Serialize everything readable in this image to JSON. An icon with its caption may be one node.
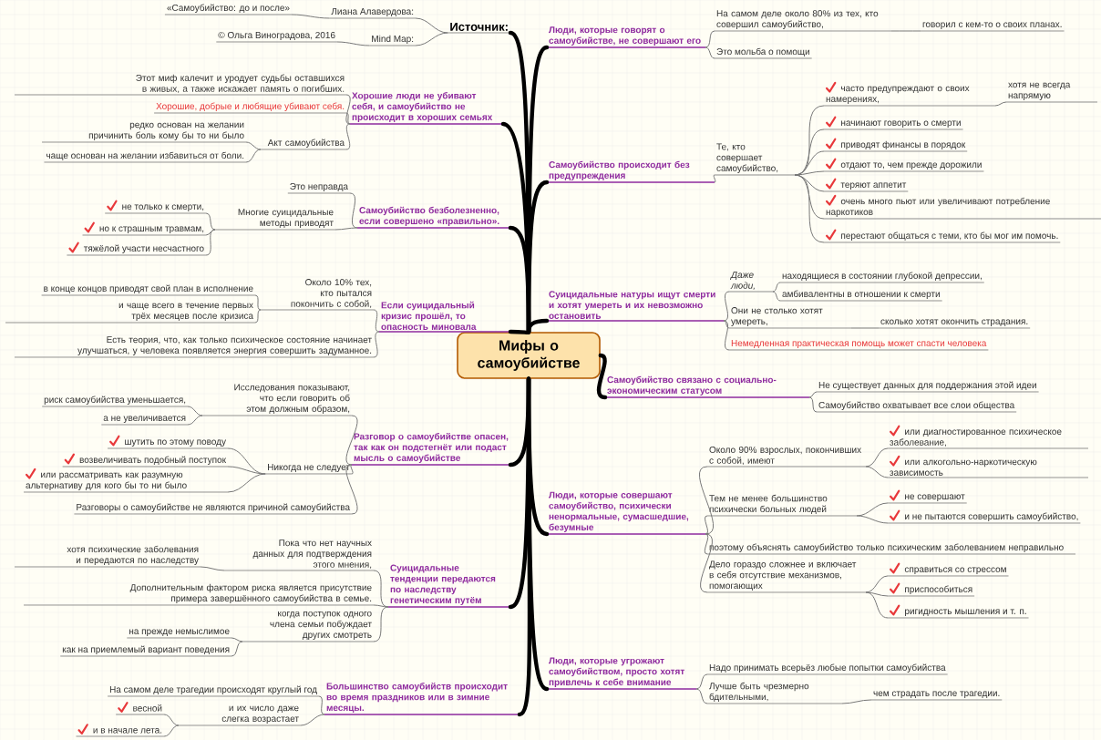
{
  "diagram": {
    "nodes": [
      {
        "text": [
          "Мифы о самоубийстве"
        ]
      },
      {
        "text": [
          "Люди, которые говорят о самоубийстве, не совершают его"
        ]
      },
      {
        "text": [
          "На самом деле около 80% из тех, кто совершил самоубийство,"
        ]
      },
      {
        "text": [
          "говорил с кем-то о своих планах."
        ]
      },
      {
        "text": [
          "Это мольба о помощи"
        ]
      },
      {
        "text": [
          "Самоубийство происходит без предупреждения"
        ]
      },
      {
        "text": [
          "Те, кто совершает самоубийство,"
        ]
      },
      {
        "text": [
          "часто предупреждают о своих намерениях,"
        ]
      },
      {
        "text": [
          "хотя не всегда напрямую"
        ]
      },
      {
        "text": [
          "начинают говорить о смерти"
        ]
      },
      {
        "text": [
          "приводят финансы в порядок"
        ]
      },
      {
        "text": [
          "отдают то, чем прежде дорожили"
        ]
      },
      {
        "text": [
          "теряют аппетит"
        ]
      },
      {
        "text": [
          "очень много пьют или увеличивают потребление наркотиков"
        ]
      },
      {
        "text": [
          "перестают общаться с теми, кто бы мог им помочь."
        ]
      },
      {
        "text": [
          "Суицидальные натуры ищут смерти и хотят умереть и их невозможно остановить"
        ]
      },
      {
        "text": [
          "Даже люди,"
        ]
      },
      {
        "text": [
          "находящиеся в состоянии глубокой депрессии,"
        ]
      },
      {
        "text": [
          "амбивалентны в отношении к смерти"
        ]
      },
      {
        "text": [
          "Они не столько хотят умереть,"
        ]
      },
      {
        "text": [
          "сколько хотят окончить страдания."
        ]
      },
      {
        "text": [
          "Немедленная практическая помощь может спасти человека"
        ]
      },
      {
        "text": [
          "Самоубийство связано с социально-экономическим статусом"
        ]
      },
      {
        "text": [
          "Не существует данных для поддержания этой идеи"
        ]
      },
      {
        "text": [
          "Самоубийство охватывает все слои общества"
        ]
      },
      {
        "text": [
          "Люди, которые совершают самоубийство, психически ненормальные, сумасшедшие, безумные"
        ]
      },
      {
        "text": [
          "Около 90% взрослых, покончивших с собой, имеют"
        ]
      },
      {
        "text": [
          "или диагностированное психическое заболевание,"
        ]
      },
      {
        "text": [
          "или алкогольно-наркотическую зависимость"
        ]
      },
      {
        "text": [
          "Тем не менее большинство психически больных людей"
        ]
      },
      {
        "text": [
          "не совершают"
        ]
      },
      {
        "text": [
          "и не пытаются совершить самоубийство,"
        ]
      },
      {
        "text": [
          "поэтому объяснять самоубийство только психическим заболеванием неправильно"
        ]
      },
      {
        "text": [
          "Дело гораздо сложнее и включает в себя отсутствие механизмов, помогающих"
        ]
      },
      {
        "text": [
          "справиться со стрессом"
        ]
      },
      {
        "text": [
          "приспособиться"
        ]
      },
      {
        "text": [
          "ригидность мышления и т. п."
        ]
      },
      {
        "text": [
          "Люди, которые угрожают самоубийством, просто хотят привлечь к себе внимание"
        ]
      },
      {
        "text": [
          "Надо принимать всерьёз любые попытки самоубийства"
        ]
      },
      {
        "text": [
          "Лучше быть чрезмерно бдительными,"
        ]
      },
      {
        "text": [
          "чем страдать после трагедии."
        ]
      },
      {
        "text": [
          "Источник:"
        ]
      },
      {
        "text": [
          "Лиана Алавердова:"
        ]
      },
      {
        "text": [
          "«Самоубийство: до и после»"
        ]
      },
      {
        "text": [
          "Mind Map:"
        ]
      },
      {
        "text": [
          "© Ольга Виноградова, 2016"
        ]
      },
      {
        "text": [
          "Хорошие люди не убивают себя, и самоубийство не происходит в хороших семьях"
        ]
      },
      {
        "text": [
          "Этот миф калечит и уродует судьбы оставшихся в живых, а также искажает память о погибших."
        ]
      },
      {
        "text": [
          "Хорошие, добрые и любящие убивают себя."
        ]
      },
      {
        "text": [
          "Акт самоубийства"
        ]
      },
      {
        "text": [
          "редко основан на желании причинить боль кому бы то ни было"
        ]
      },
      {
        "text": [
          "чаще основан на желании избавиться от боли."
        ]
      },
      {
        "text": [
          "Самоубийство безболезненно, если совершено «правильно»."
        ]
      },
      {
        "text": [
          "Это неправда"
        ]
      },
      {
        "text": [
          "Многие суицидальные методы приводят"
        ]
      },
      {
        "text": [
          "не только к смерти,"
        ]
      },
      {
        "text": [
          "но к страшным травмам,"
        ]
      },
      {
        "text": [
          "тяжёлой участи несчастного"
        ]
      },
      {
        "text": [
          "Если суицидальный кризис прошёл, то опасность миновала"
        ]
      },
      {
        "text": [
          "Около 10% тех, кто пытался покончить с собой,"
        ]
      },
      {
        "text": [
          "в конце концов приводят свой план в исполнение"
        ]
      },
      {
        "text": [
          "и чаще всего в течение первых трёх месяцев после кризиса"
        ]
      },
      {
        "text": [
          "Есть теория, что, как только психическое состояние начинает улучшаться, у человека появляется энергия совершить задуманное."
        ]
      },
      {
        "text": [
          "Разговор о самоубийстве опасен, так как он подстегнёт или подаст мысль о самоубийстве"
        ]
      },
      {
        "text": [
          "Исследования показывают, что если говорить об этом должным образом,"
        ]
      },
      {
        "text": [
          "риск самоубийства уменьшается,"
        ]
      },
      {
        "text": [
          "а не увеличивается"
        ]
      },
      {
        "text": [
          "Никогда не следует"
        ]
      },
      {
        "text": [
          "шутить по этому поводу"
        ]
      },
      {
        "text": [
          "возвеличивать подобный поступок"
        ]
      },
      {
        "text": [
          "или рассматривать как разумную альтернативу для кого бы то ни было"
        ]
      },
      {
        "text": [
          "Разговоры о самоубийстве не являются причиной самоубийства"
        ]
      },
      {
        "text": [
          "Суицидальные тенденции передаются по наследству генетическим путём"
        ]
      },
      {
        "text": [
          "Пока что нет научных данных для подтверждения этого мнения,"
        ]
      },
      {
        "text": [
          "хотя психические заболевания и передаются по наследству"
        ]
      },
      {
        "text": [
          "Дополнительным фактором риска является присутствие примера завершённого самоубийства в семье."
        ]
      },
      {
        "text": [
          "когда поступок одного члена семьи побуждает других смотреть"
        ]
      },
      {
        "text": [
          "на прежде немыслимое"
        ]
      },
      {
        "text": [
          "как на приемлемый вариант поведения"
        ]
      },
      {
        "text": [
          "Большинство самоубийств происходит во время праздников или в зимние месяцы."
        ]
      },
      {
        "text": [
          "На самом деле трагедии происходят круглый год"
        ]
      },
      {
        "text": [
          "весной"
        ]
      },
      {
        "text": [
          "и их число даже слегка возрастает"
        ]
      },
      {
        "text": [
          "и в начале лета."
        ]
      }
    ],
    "edges": [
      {
        "from": 0,
        "to": 1,
        "arrow": "none",
        "style": "thick",
        "color": "#000000"
      },
      {
        "from": 1,
        "to": 2,
        "arrow": "none"
      },
      {
        "from": 2,
        "to": 3,
        "arrow": "none"
      },
      {
        "from": 1,
        "to": 4,
        "arrow": "none"
      },
      {
        "from": 0,
        "to": 5,
        "arrow": "none",
        "style": "thick",
        "color": "#000000"
      },
      {
        "from": 5,
        "to": 6,
        "arrow": "none"
      },
      {
        "from": 6,
        "to": 7,
        "arrow": "none"
      },
      {
        "from": 7,
        "to": 8,
        "arrow": "none"
      },
      {
        "from": 6,
        "to": 9,
        "arrow": "none"
      },
      {
        "from": 6,
        "to": 10,
        "arrow": "none"
      },
      {
        "from": 6,
        "to": 11,
        "arrow": "none"
      },
      {
        "from": 6,
        "to": 12,
        "arrow": "none"
      },
      {
        "from": 6,
        "to": 13,
        "arrow": "none"
      },
      {
        "from": 6,
        "to": 14,
        "arrow": "none"
      },
      {
        "from": 0,
        "to": 15,
        "arrow": "none",
        "style": "thick",
        "color": "#000000"
      },
      {
        "from": 15,
        "to": 16,
        "arrow": "none"
      },
      {
        "from": 16,
        "to": 17,
        "arrow": "none"
      },
      {
        "from": 16,
        "to": 18,
        "arrow": "none"
      },
      {
        "from": 15,
        "to": 19,
        "arrow": "none"
      },
      {
        "from": 19,
        "to": 20,
        "arrow": "none"
      },
      {
        "from": 15,
        "to": 21,
        "arrow": "none"
      },
      {
        "from": 0,
        "to": 22,
        "arrow": "none",
        "style": "thick",
        "color": "#000000"
      },
      {
        "from": 22,
        "to": 23,
        "arrow": "none"
      },
      {
        "from": 22,
        "to": 24,
        "arrow": "none"
      },
      {
        "from": 0,
        "to": 25,
        "arrow": "none",
        "style": "thick",
        "color": "#000000"
      },
      {
        "from": 25,
        "to": 26,
        "arrow": "none"
      },
      {
        "from": 26,
        "to": 27,
        "arrow": "none"
      },
      {
        "from": 26,
        "to": 28,
        "arrow": "none"
      },
      {
        "from": 25,
        "to": 29,
        "arrow": "none"
      },
      {
        "from": 29,
        "to": 30,
        "arrow": "none"
      },
      {
        "from": 29,
        "to": 31,
        "arrow": "none"
      },
      {
        "from": 25,
        "to": 32,
        "arrow": "none"
      },
      {
        "from": 25,
        "to": 33,
        "arrow": "none"
      },
      {
        "from": 33,
        "to": 34,
        "arrow": "none"
      },
      {
        "from": 33,
        "to": 35,
        "arrow": "none"
      },
      {
        "from": 33,
        "to": 36,
        "arrow": "none"
      },
      {
        "from": 0,
        "to": 37,
        "arrow": "none",
        "style": "thick",
        "color": "#000000"
      },
      {
        "from": 37,
        "to": 38,
        "arrow": "none"
      },
      {
        "from": 37,
        "to": 39,
        "arrow": "none"
      },
      {
        "from": 39,
        "to": 40,
        "arrow": "none"
      },
      {
        "from": 0,
        "to": 41,
        "arrow": "none",
        "style": "thick",
        "color": "#000000"
      },
      {
        "from": 41,
        "to": 42,
        "arrow": "none"
      },
      {
        "from": 42,
        "to": 43,
        "arrow": "none"
      },
      {
        "from": 41,
        "to": 44,
        "arrow": "none"
      },
      {
        "from": 44,
        "to": 45,
        "arrow": "none"
      },
      {
        "from": 0,
        "to": 46,
        "arrow": "none",
        "style": "thick",
        "color": "#000000"
      },
      {
        "from": 46,
        "to": 47,
        "arrow": "none"
      },
      {
        "from": 46,
        "to": 48,
        "arrow": "none"
      },
      {
        "from": 46,
        "to": 49,
        "arrow": "none"
      },
      {
        "from": 49,
        "to": 50,
        "arrow": "none"
      },
      {
        "from": 49,
        "to": 51,
        "arrow": "none"
      },
      {
        "from": 0,
        "to": 52,
        "arrow": "none",
        "style": "thick",
        "color": "#000000"
      },
      {
        "from": 52,
        "to": 53,
        "arrow": "none"
      },
      {
        "from": 52,
        "to": 54,
        "arrow": "none"
      },
      {
        "from": 54,
        "to": 55,
        "arrow": "none"
      },
      {
        "from": 54,
        "to": 56,
        "arrow": "none"
      },
      {
        "from": 54,
        "to": 57,
        "arrow": "none"
      },
      {
        "from": 0,
        "to": 58,
        "arrow": "none",
        "style": "thick",
        "color": "#000000"
      },
      {
        "from": 58,
        "to": 59,
        "arrow": "none"
      },
      {
        "from": 59,
        "to": 60,
        "arrow": "none"
      },
      {
        "from": 59,
        "to": 61,
        "arrow": "none"
      },
      {
        "from": 58,
        "to": 62,
        "arrow": "none"
      },
      {
        "from": 0,
        "to": 63,
        "arrow": "none",
        "style": "thick",
        "color": "#000000"
      },
      {
        "from": 63,
        "to": 64,
        "arrow": "none"
      },
      {
        "from": 64,
        "to": 65,
        "arrow": "none"
      },
      {
        "from": 64,
        "to": 66,
        "arrow": "none"
      },
      {
        "from": 63,
        "to": 67,
        "arrow": "none"
      },
      {
        "from": 67,
        "to": 68,
        "arrow": "none"
      },
      {
        "from": 67,
        "to": 69,
        "arrow": "none"
      },
      {
        "from": 67,
        "to": 70,
        "arrow": "none"
      },
      {
        "from": 63,
        "to": 71,
        "arrow": "none"
      },
      {
        "from": 0,
        "to": 72,
        "arrow": "none",
        "style": "thick",
        "color": "#000000"
      },
      {
        "from": 72,
        "to": 73,
        "arrow": "none"
      },
      {
        "from": 73,
        "to": 74,
        "arrow": "none"
      },
      {
        "from": 72,
        "to": 75,
        "arrow": "none"
      },
      {
        "from": 72,
        "to": 76,
        "arrow": "none"
      },
      {
        "from": 76,
        "to": 77,
        "arrow": "none"
      },
      {
        "from": 76,
        "to": 78,
        "arrow": "none"
      },
      {
        "from": 0,
        "to": 79,
        "arrow": "none",
        "style": "thick",
        "color": "#000000"
      },
      {
        "from": 79,
        "to": 80,
        "arrow": "none"
      },
      {
        "from": 79,
        "to": 82,
        "arrow": "none"
      },
      {
        "from": 82,
        "to": 81,
        "arrow": "none"
      },
      {
        "from": 82,
        "to": 83,
        "arrow": "none"
      }
    ]
  }
}
